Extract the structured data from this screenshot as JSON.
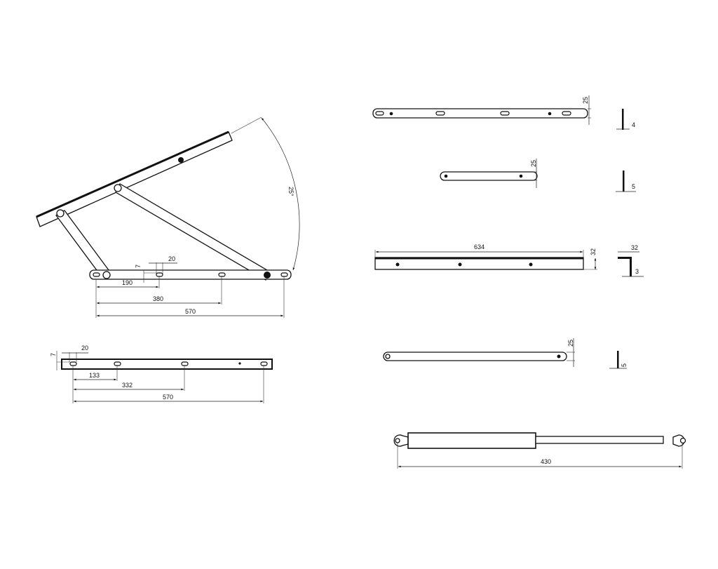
{
  "assembly": {
    "angle_label": "25°",
    "dim_slot_height": "7",
    "dim_slot_width": "20",
    "dim_190": "190",
    "dim_380": "380",
    "dim_570": "570"
  },
  "base_plate": {
    "dim_slot_height": "7",
    "dim_slot_width": "20",
    "dim_133": "133",
    "dim_332": "332",
    "dim_570": "570"
  },
  "parts": {
    "long_bar": {
      "width": "25",
      "thickness": "4"
    },
    "short_link": {
      "width": "25",
      "thickness": "5"
    },
    "angle_bar": {
      "length": "634",
      "height": "32",
      "flange": "32",
      "thickness": "3"
    },
    "long_link": {
      "width": "25",
      "thickness": "5"
    },
    "gas_spring": {
      "length": "430"
    }
  }
}
